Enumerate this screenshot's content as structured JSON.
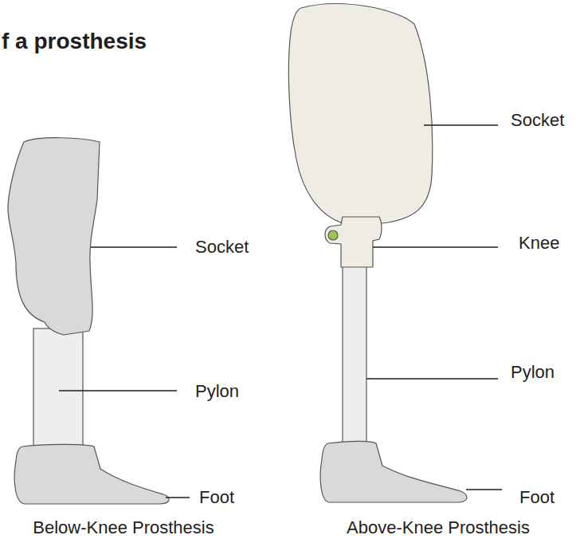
{
  "diagram": {
    "title": "f a prosthesis",
    "labels": [
      "Socket",
      "Pylon",
      "Foot",
      "Below-Knee Prosthesis",
      "Socket",
      "Knee",
      "Pylon",
      "Foot",
      "Above-Knee Prosthesis"
    ]
  }
}
